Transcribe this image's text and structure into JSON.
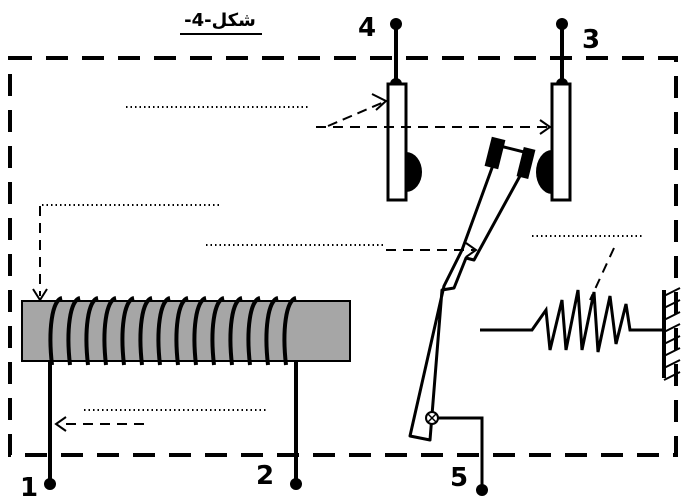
{
  "figure": {
    "title": "شكل-4-"
  },
  "terminals": [
    {
      "label": "1"
    },
    {
      "label": "2"
    },
    {
      "label": "3"
    },
    {
      "label": "4"
    },
    {
      "label": "5"
    }
  ],
  "colors": {
    "line": "#000000",
    "core": "#a6a6a6",
    "background": "#ffffff"
  }
}
